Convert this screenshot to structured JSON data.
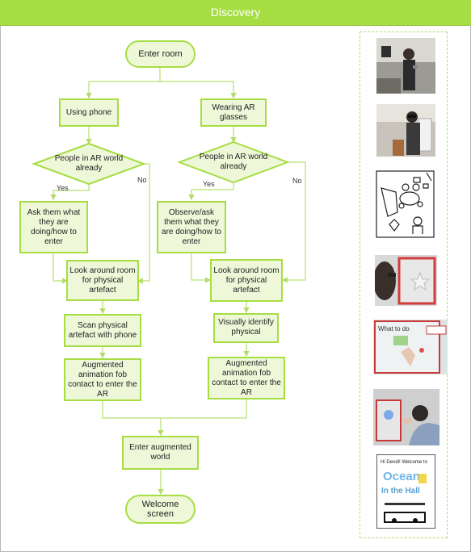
{
  "header": {
    "title": "Discovery"
  },
  "flow": {
    "start": "Enter room",
    "left": {
      "entry": "Using phone",
      "decision": "People in AR world already",
      "yes_label": "Yes",
      "no_label": "No",
      "ask": "Ask them what they are doing/how to enter",
      "look": "Look around room for physical artefact",
      "scan": "Scan physical artefact with phone",
      "augment": "Augmented animation fob contact to enter the AR"
    },
    "right": {
      "entry": "Wearing AR glasses",
      "decision": "People in AR world already",
      "yes_label": "Yes",
      "no_label": "No",
      "ask": "Observe/ask them what they are doing/how to enter",
      "look": "Look around room for physical artefact",
      "identify": "Visually identify physical",
      "augment": "Augmented animation fob contact to enter the AR"
    },
    "merge": "Enter augmented world",
    "end": "Welcome screen"
  },
  "panel": {
    "images": [
      "person-with-phone-photo",
      "person-with-ar-glasses-photo",
      "group-sketch",
      "star-artefact-photo",
      "ar-overlay-photo",
      "fob-contact-photo",
      "welcome-screen-sketch"
    ],
    "sketch_texts": {
      "overlay_title": "What to do",
      "welcome_line1": "Hi Dendi! Welcome to",
      "welcome_line2": "Ocean",
      "welcome_line3": "In the Hall"
    }
  },
  "colors": {
    "accent": "#a6dd43",
    "node_fill": "#eef8d9",
    "line": "#b3dd6a"
  }
}
